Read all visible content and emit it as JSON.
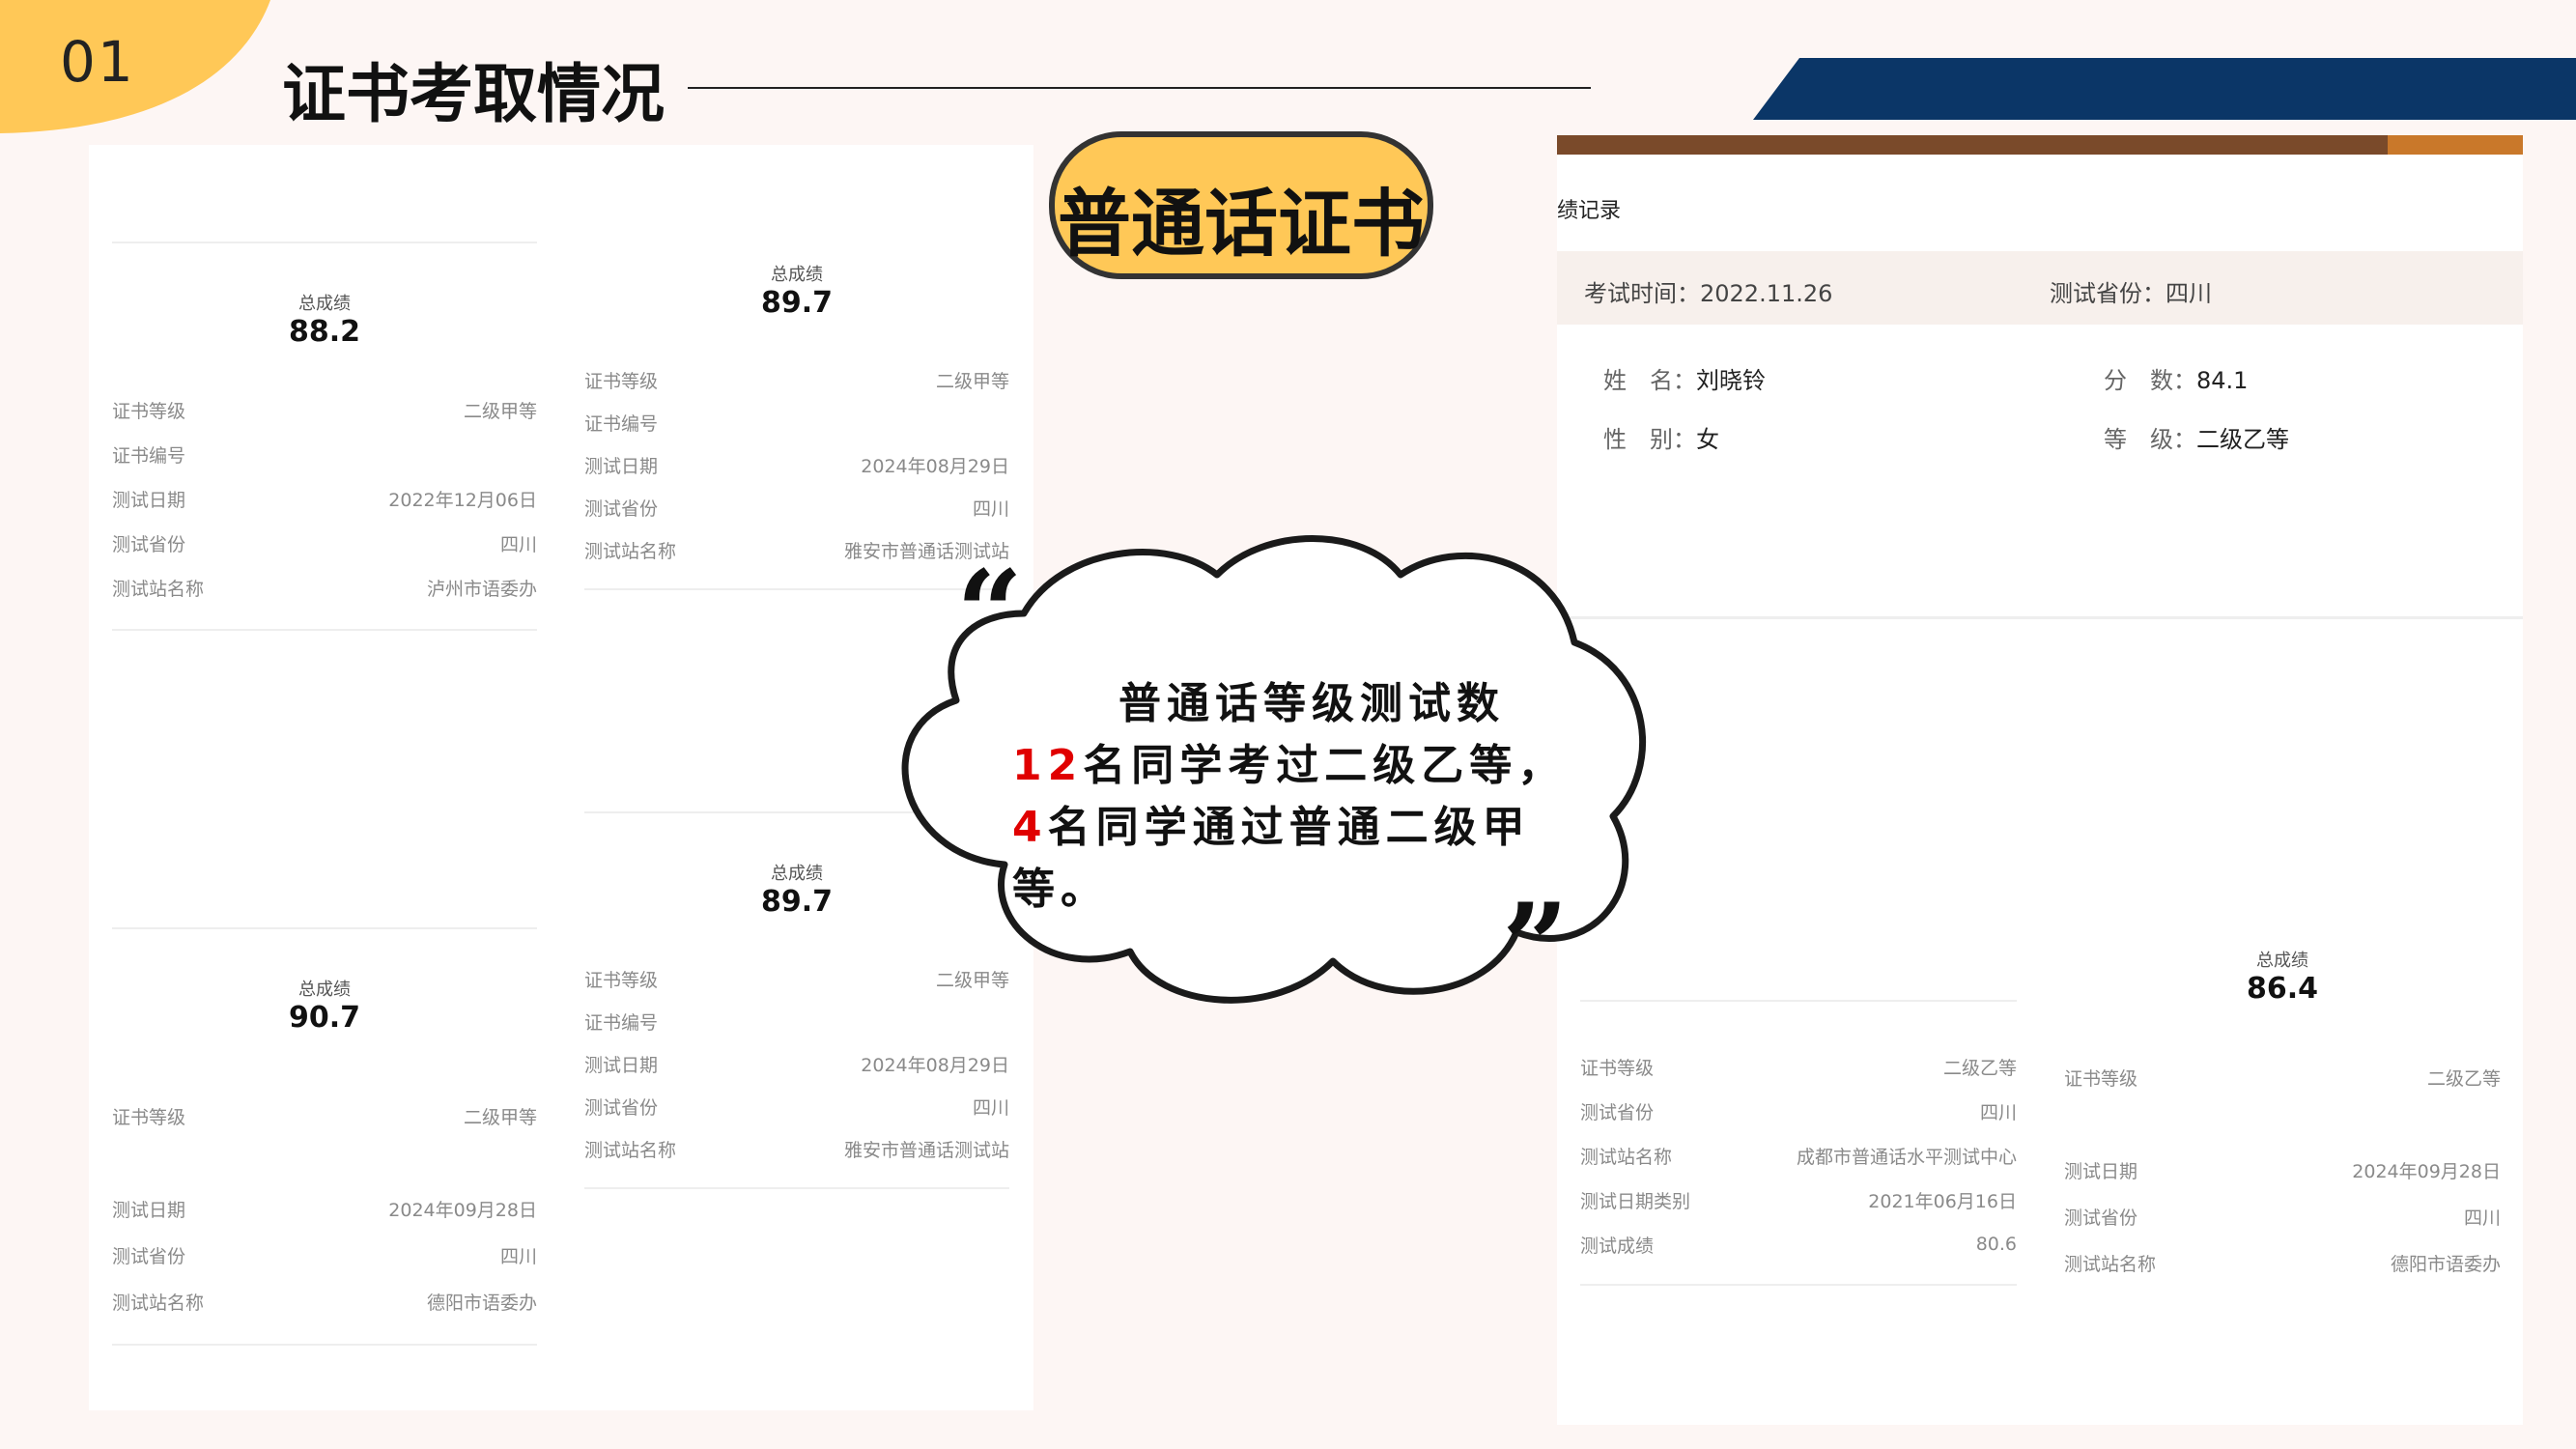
{
  "header": {
    "number": "01",
    "title": "证书考取情况"
  },
  "badge_title": "普通话证书",
  "cert_cards": [
    {
      "total_label": "总成绩",
      "total": "88.2",
      "rows": [
        [
          "证书等级",
          "二级甲等"
        ],
        [
          "证书编号",
          ""
        ],
        [
          "测试日期",
          "2022年12月06日"
        ],
        [
          "测试省份",
          "四川"
        ],
        [
          "测试站名称",
          "泸州市语委办"
        ]
      ]
    },
    {
      "total_label": "总成绩",
      "total": "89.7",
      "rows": [
        [
          "证书等级",
          "二级甲等"
        ],
        [
          "证书编号",
          ""
        ],
        [
          "测试日期",
          "2024年08月29日"
        ],
        [
          "测试省份",
          "四川"
        ],
        [
          "测试站名称",
          "雅安市普通话测试站"
        ]
      ]
    },
    {
      "total_label": "总成绩",
      "total": "89.7",
      "rows": [
        [
          "证书等级",
          "二级甲等"
        ],
        [
          "证书编号",
          ""
        ],
        [
          "测试日期",
          "2024年08月29日"
        ],
        [
          "测试省份",
          "四川"
        ],
        [
          "测试站名称",
          "雅安市普通话测试站"
        ]
      ]
    },
    {
      "total_label": "总成绩",
      "total": "90.7",
      "rows": [
        [
          "证书等级",
          "二级甲等"
        ],
        [
          "测试日期",
          "2024年09月28日"
        ],
        [
          "测试省份",
          "四川"
        ],
        [
          "测试站名称",
          "德阳市语委办"
        ]
      ]
    },
    {
      "total_label": "总成绩",
      "total": "86.4",
      "rows": [
        [
          "证书等级",
          "二级乙等"
        ],
        [
          "测试日期",
          "2024年09月28日"
        ],
        [
          "测试省份",
          "四川"
        ],
        [
          "测试站名称",
          "德阳市语委办"
        ]
      ]
    }
  ],
  "record": {
    "heading": "绩记录",
    "exam_time": "考试时间：2022.11.26",
    "province": "测试省份：四川",
    "name_label": "姓　名：",
    "name": "刘晓铃",
    "score_label": "分　数：",
    "score": "84.1",
    "gender_label": "性　别：",
    "gender": "女",
    "level_label": "等　级：",
    "level": "二级乙等",
    "rows": [
      [
        "证书等级",
        "二级乙等"
      ],
      [
        "测试省份",
        "四川"
      ],
      [
        "测试站名称",
        "成都市普通话水平测试中心"
      ],
      [
        "测试日期类别",
        "2021年06月16日"
      ],
      [
        "测试成绩",
        "80.6"
      ]
    ]
  },
  "bubble": {
    "line1": "普通话等级测试数",
    "num1": "12",
    "line2": "名同学考过二级乙等，",
    "num2": "4",
    "line3": "名同学通过普通二级甲",
    "line4": "等。",
    "quote_open": "“",
    "quote_close": "”"
  },
  "colors": {
    "badge": "#ffc857",
    "navy": "#0b3667",
    "bubble_stroke": "#1a1a1a"
  }
}
